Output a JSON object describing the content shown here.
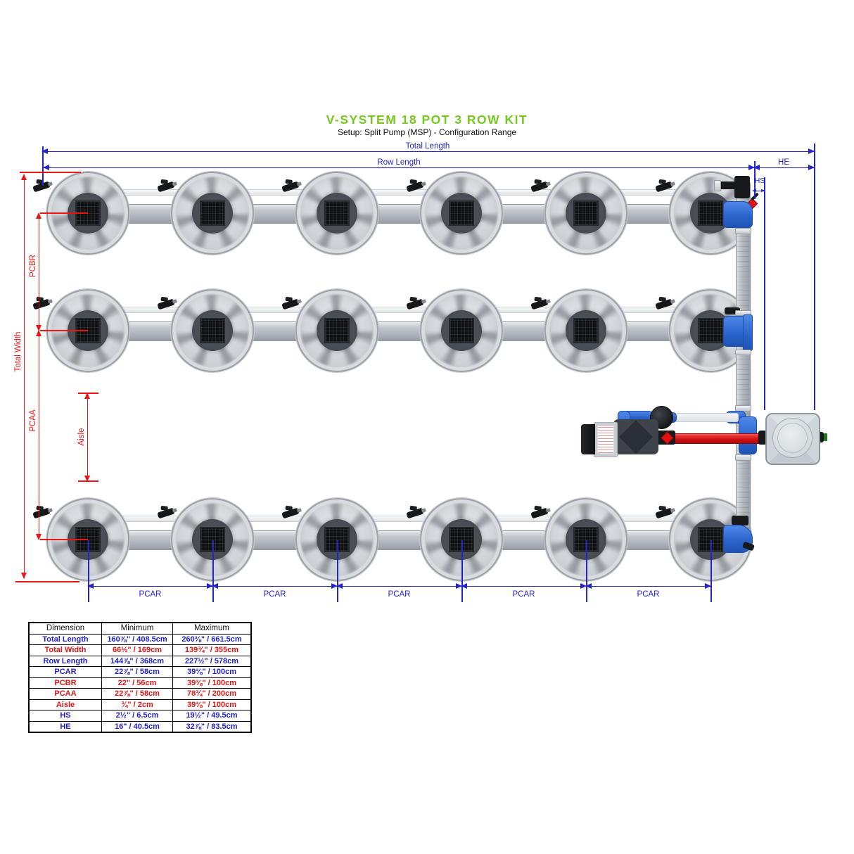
{
  "title": "V-SYSTEM 18 POT 3 ROW KIT",
  "subtitle": "Setup: Split Pump (MSP) - Configuration Range",
  "colors": {
    "title_green": "#76c81e",
    "dimension_blue": "#2424cf",
    "dimension_red": "#ec1515"
  },
  "diagram": {
    "rows": 3,
    "pots_per_row": 6,
    "pcar_segments": 5,
    "labels": {
      "total_length": "Total Length",
      "row_length": "Row Length",
      "he": "HE",
      "hs": "HS",
      "total_width": "Total Width",
      "pcbr": "PCBR",
      "pcaa": "PCAA",
      "aisle": "Aisle",
      "pcar": "PCAR"
    }
  },
  "table": {
    "headers": [
      "Dimension",
      "Minimum",
      "Maximum"
    ],
    "rows": [
      {
        "dimension": "Total Length",
        "minimum": "160⅞\" / 408.5cm",
        "maximum": "260⅜\" / 661.5cm",
        "tone": "blue"
      },
      {
        "dimension": "Total Width",
        "minimum": "66½\" / 169cm",
        "maximum": "139¾\" / 355cm",
        "tone": "red"
      },
      {
        "dimension": "Row Length",
        "minimum": "144⅞\" / 368cm",
        "maximum": "227½\" / 578cm",
        "tone": "blue"
      },
      {
        "dimension": "PCAR",
        "minimum": "22⅞\" / 58cm",
        "maximum": "39⅜\" / 100cm",
        "tone": "blue"
      },
      {
        "dimension": "PCBR",
        "minimum": "22\" / 56cm",
        "maximum": "39⅜\" / 100cm",
        "tone": "red"
      },
      {
        "dimension": "PCAA",
        "minimum": "22⅞\" / 58cm",
        "maximum": "78¾\" / 200cm",
        "tone": "red"
      },
      {
        "dimension": "Aisle",
        "minimum": "¾\" / 2cm",
        "maximum": "39⅜\" / 100cm",
        "tone": "red"
      },
      {
        "dimension": "HS",
        "minimum": "2½\" / 6.5cm",
        "maximum": "19½\" / 49.5cm",
        "tone": "blue"
      },
      {
        "dimension": "HE",
        "minimum": "16\" / 40.5cm",
        "maximum": "32⅞\" / 83.5cm",
        "tone": "blue"
      }
    ]
  }
}
